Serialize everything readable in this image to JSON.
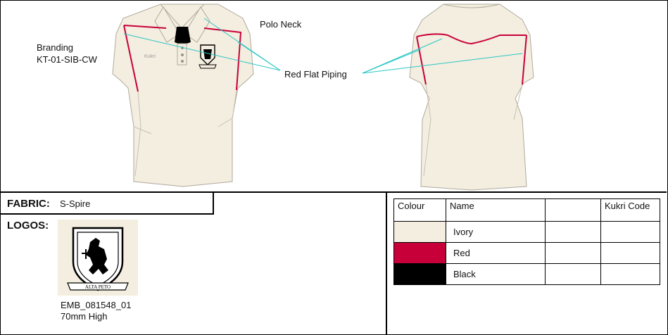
{
  "annotations": {
    "polo_neck": "Polo Neck",
    "red_flat_piping": "Red Flat Piping",
    "branding_line1": "Branding",
    "branding_line2": "KT-01-SIB-CW",
    "chest_brand": "Kukri"
  },
  "fabric": {
    "label": "FABRIC:",
    "value": "S-Spire"
  },
  "logos": {
    "label": "LOGOS:",
    "logo_code": "EMB_081548_01",
    "logo_size": "70mm High",
    "motto": "ALTA PETO"
  },
  "colour_table": {
    "headers": [
      "Colour",
      "Name",
      "",
      "Kukri Code"
    ],
    "rows": [
      {
        "name": "Ivory",
        "swatch": "#f3eedf"
      },
      {
        "name": "Red",
        "swatch": "#c8003a"
      },
      {
        "name": "Black",
        "swatch": "#000000"
      }
    ]
  },
  "colors": {
    "ivory": "#f3eedf",
    "red_piping": "#c8003a",
    "leader": "#2bc6c6",
    "outline": "#b0aa9c"
  }
}
